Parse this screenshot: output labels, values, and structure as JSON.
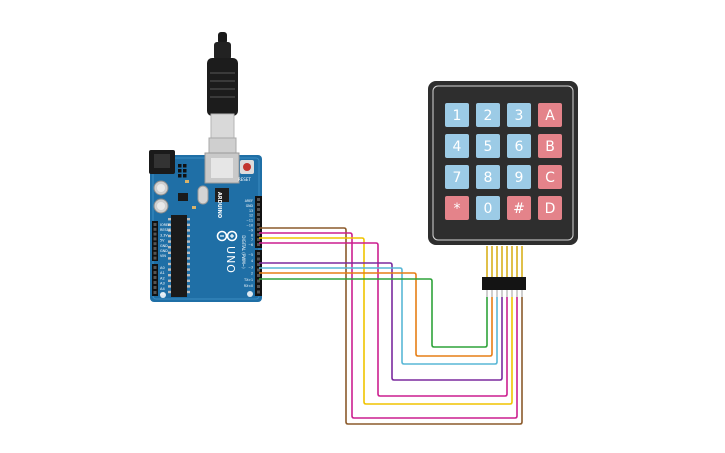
{
  "arduino": {
    "brand": "ARDUINO",
    "model": "UNO",
    "digital_label": "DIGITAL (PWM~)",
    "reset_label": "RESET",
    "analog_labels": [
      "A0",
      "A1",
      "A2",
      "A3",
      "A4",
      "A5"
    ],
    "power_labels": [
      "IOREF",
      "RESET",
      "3.3V",
      "5V",
      "GND",
      "GND",
      "VIN"
    ],
    "digital_pins": [
      "AREF",
      "GND",
      "13",
      "12",
      "~11",
      "~10",
      "~9",
      "8",
      "7",
      "~6",
      "~5",
      "4",
      "~3",
      "2",
      "TX>1",
      "RX<0"
    ],
    "board_color": "#1f6fa6"
  },
  "keypad": {
    "rows": [
      [
        {
          "label": "1",
          "kind": "digit"
        },
        {
          "label": "2",
          "kind": "digit"
        },
        {
          "label": "3",
          "kind": "digit"
        },
        {
          "label": "A",
          "kind": "letter"
        }
      ],
      [
        {
          "label": "4",
          "kind": "digit"
        },
        {
          "label": "5",
          "kind": "digit"
        },
        {
          "label": "6",
          "kind": "digit"
        },
        {
          "label": "B",
          "kind": "letter"
        }
      ],
      [
        {
          "label": "7",
          "kind": "digit"
        },
        {
          "label": "8",
          "kind": "digit"
        },
        {
          "label": "9",
          "kind": "digit"
        },
        {
          "label": "C",
          "kind": "letter"
        }
      ],
      [
        {
          "label": "*",
          "kind": "letter"
        },
        {
          "label": "0",
          "kind": "digit"
        },
        {
          "label": "#",
          "kind": "letter"
        },
        {
          "label": "D",
          "kind": "letter"
        }
      ]
    ],
    "digit_key_color": "#9ccbe6",
    "letter_key_color": "#e4838a",
    "frame_color": "#2e2e2e"
  },
  "wires": [
    {
      "name": "wire-brown",
      "color": "#8b5a2b"
    },
    {
      "name": "wire-magenta-1",
      "color": "#cc1f8f"
    },
    {
      "name": "wire-yellow",
      "color": "#f0c400"
    },
    {
      "name": "wire-magenta-2",
      "color": "#cc1f8f"
    },
    {
      "name": "wire-purple",
      "color": "#7b2a9e"
    },
    {
      "name": "wire-cyan",
      "color": "#59b7d6"
    },
    {
      "name": "wire-orange",
      "color": "#e67e16"
    },
    {
      "name": "wire-green",
      "color": "#2ea33a"
    }
  ]
}
